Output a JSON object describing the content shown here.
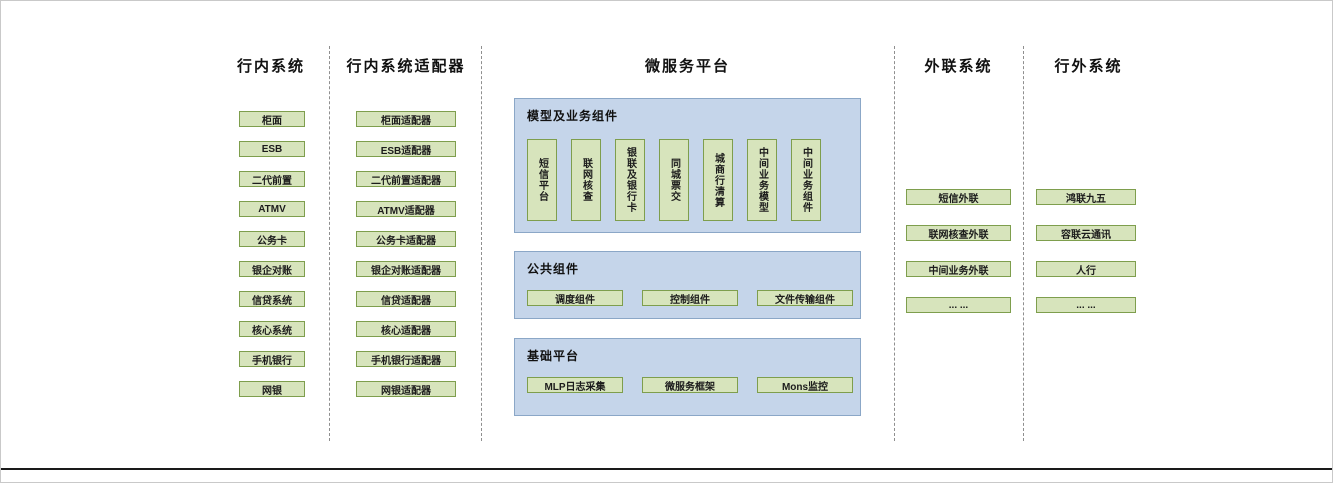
{
  "diagram": {
    "columns": [
      {
        "title": "行内系统",
        "items": [
          "柜面",
          "ESB",
          "二代前置",
          "ATMV",
          "公务卡",
          "银企对账",
          "信贷系统",
          "核心系统",
          "手机银行",
          "网银"
        ]
      },
      {
        "title": "行内系统适配器",
        "items": [
          "柜面适配器",
          "ESB适配器",
          "二代前置适配器",
          "ATMV适配器",
          "公务卡适配器",
          "银企对账适配器",
          "信贷适配器",
          "核心适配器",
          "手机银行适配器",
          "网银适配器"
        ]
      }
    ],
    "platform": {
      "title": "微服务平台",
      "model_group": {
        "title": "模型及业务组件",
        "items": [
          "短信平台",
          "联网核查",
          "银联及银行卡",
          "同城票交",
          "城商行清算",
          "中间业务模型",
          "中间业务组件"
        ]
      },
      "common_group": {
        "title": "公共组件",
        "items": [
          "调度组件",
          "控制组件",
          "文件传输组件"
        ]
      },
      "base_group": {
        "title": "基础平台",
        "items": [
          "MLP日志采集",
          "微服务框架",
          "Mons监控"
        ]
      }
    },
    "external_column": {
      "title": "外联系统",
      "items": [
        "短信外联",
        "联网核查外联",
        "中间业务外联",
        "... ..."
      ]
    },
    "outer_column": {
      "title": "行外系统",
      "items": [
        "鸿联九五",
        "容联云通讯",
        "人行",
        "... ..."
      ]
    },
    "colors": {
      "box_fill": "#d7e4bc",
      "box_border": "#7e9e4d",
      "panel_fill": "#c5d5ea",
      "panel_border": "#8ba7c7"
    }
  }
}
